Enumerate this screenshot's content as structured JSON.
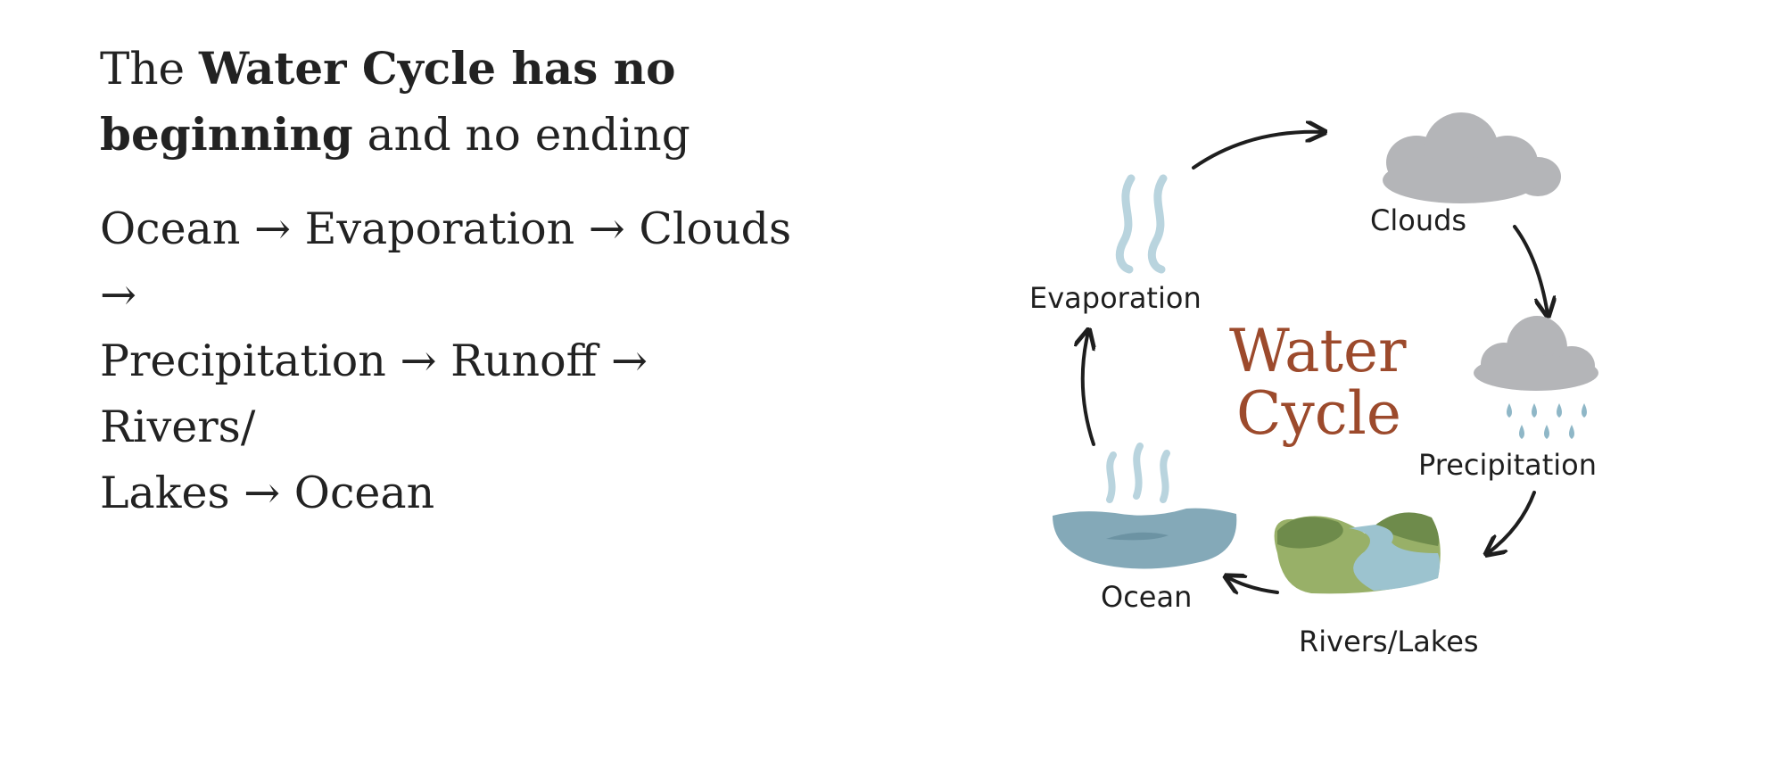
{
  "heading": {
    "part1": "The ",
    "bold1": "Water Cycle has no",
    "bold2": "beginning",
    "part2": " and no ending"
  },
  "sequence": {
    "line1": "Ocean → Evaporation →  Clouds →",
    "line2": "Precipitation → Runoff → Rivers/",
    "line3": "Lakes → Ocean"
  },
  "diagram": {
    "center_title_line1": "Water",
    "center_title_line2": "Cycle",
    "labels": {
      "clouds": "Clouds",
      "evaporation": "Evaporation",
      "precipitation": "Precipitation",
      "ocean": "Ocean",
      "rivers_lakes": "Rivers/Lakes"
    },
    "colors": {
      "title": "#9c4a2c",
      "cloud": "#b4b5b8",
      "water": "#84a9b8",
      "steam": "#b9d4de",
      "land_dark": "#6e8b4b",
      "land_light": "#98b068",
      "river": "#9cc3cf"
    }
  }
}
